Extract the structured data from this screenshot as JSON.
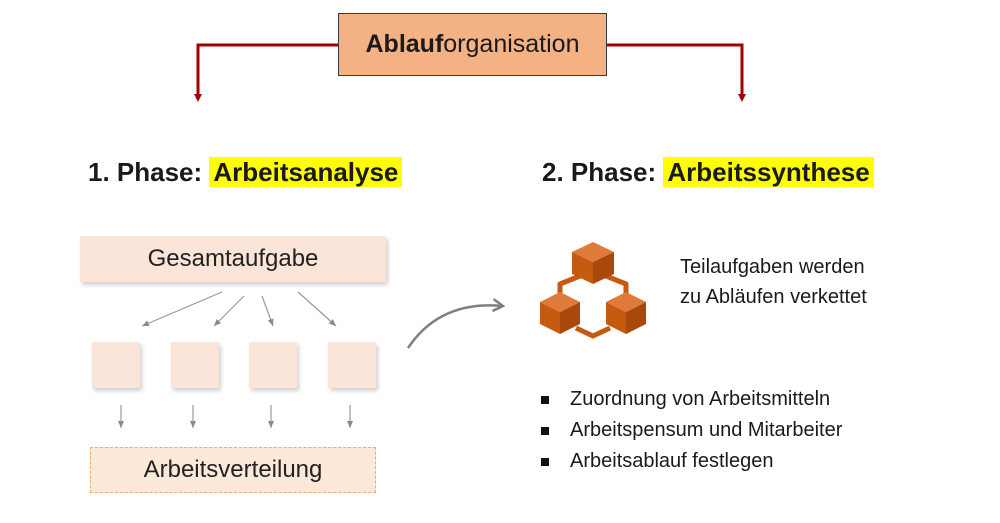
{
  "title": {
    "bold": "Ablauf",
    "rest": "organisation"
  },
  "phase1": {
    "prefix": "1. Phase: ",
    "name": "Arbeitsanalyse"
  },
  "phase2": {
    "prefix": "2. Phase: ",
    "name": "Arbeitssynthese"
  },
  "analysis": {
    "whole_task": "Gesamtaufgabe",
    "subtask_count": 4,
    "distribution": "Arbeitsverteilung"
  },
  "synthesis": {
    "description_lines": [
      "Teilaufgaben werden",
      "zu Abläufen verkettet"
    ],
    "bullets": [
      "Zuordnung von Arbeitsmitteln",
      "Arbeitspensum und Mitarbeiter",
      "Arbeitsablauf festlegen"
    ]
  },
  "colors": {
    "title_fill": "#f4b183",
    "highlight": "#ffff00",
    "arrow_red": "#a50000",
    "box_fill": "#fbe4d8",
    "cube_orange": "#c55a11"
  },
  "icons": [
    "cube-network-icon",
    "bullet-square-icon"
  ]
}
